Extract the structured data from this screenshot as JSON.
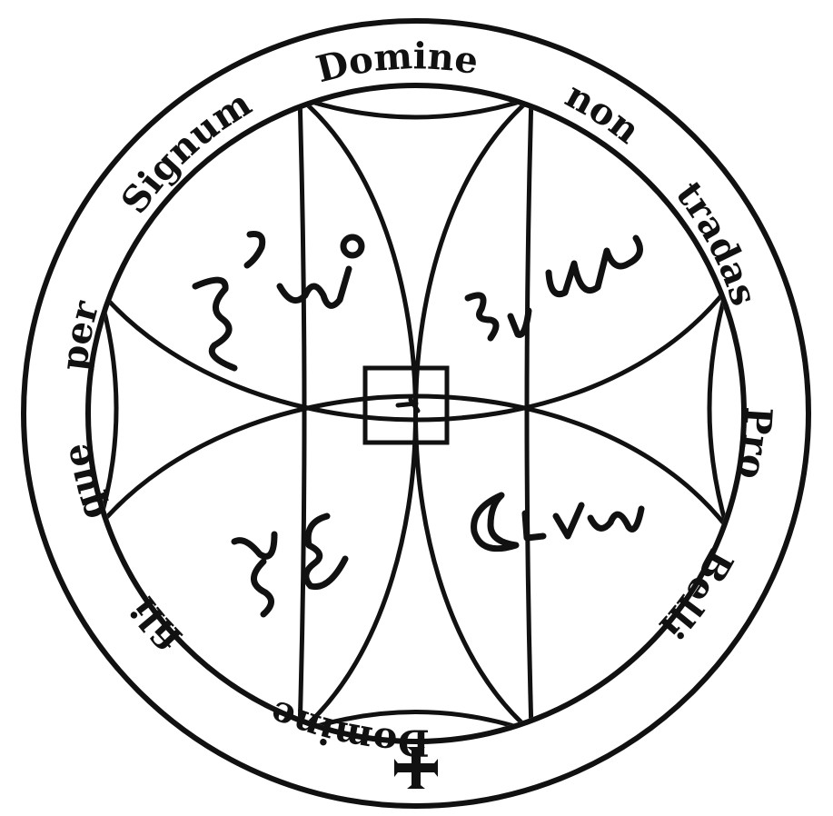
{
  "seal": {
    "ink_color": "#111111",
    "paper_color": "#ffffff",
    "ring_inscription": {
      "words": [
        "Signum",
        "Domine",
        "non",
        "tradas",
        "Pro",
        "Belli",
        "Domine",
        "fili",
        "que",
        "per"
      ]
    },
    "bottom_mark": "cross-patty",
    "quadrant_glyphs": {
      "top_left": "sigil-glyphs",
      "top_right": "sigil-glyphs",
      "bottom_left": "sigil-glyphs",
      "bottom_right": "crescent-moon-glyphs",
      "center": "small-mark"
    }
  }
}
